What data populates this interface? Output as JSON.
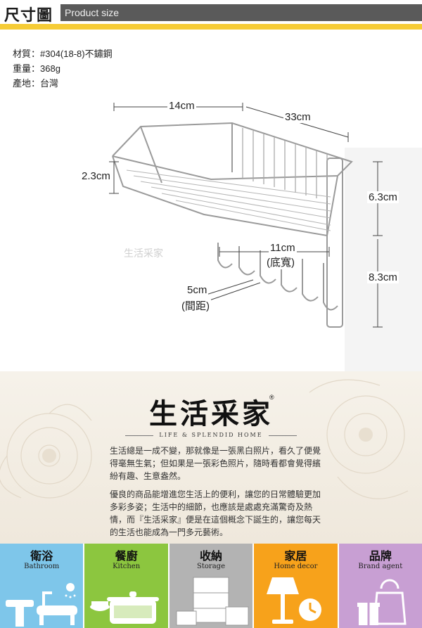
{
  "header": {
    "title": "尺寸圖",
    "subtitle": "Product size",
    "accent_color": "#f6cc36",
    "bar_color": "#5a5a5a"
  },
  "specs": {
    "material": "材質：#304(18-8)不鏽鋼",
    "weight": "重量：368g",
    "origin": "產地：台灣"
  },
  "diagram": {
    "dim_width": "14cm",
    "dim_length": "33cm",
    "dim_depth": "2.3cm",
    "dim_upper": "6.3cm",
    "dim_lower": "8.3cm",
    "dim_base": "11cm",
    "dim_base_note": "(底寬)",
    "dim_spacing": "5cm",
    "dim_spacing_note": "(間距)",
    "watermark": "生活采家"
  },
  "brand": {
    "logo": "生活采家",
    "reg": "®",
    "tagline": "LIFE & SPLENDID HOME",
    "paragraph1": "生活總是一成不變，那就像是一張黑白照片，看久了便覺得毫無生氣；但如果是一張彩色照片，隨時看都會覺得繽紛有趣、生意盎然。",
    "paragraph2": "優良的商品能增進您生活上的便利，讓您的日常體驗更加多彩多姿；生活中的細節，也應該是處處充滿驚奇及熱情，而『生活采家』便是在這個概念下誕生的，讓您每天的生活也能成為一門多元藝術。"
  },
  "categories": [
    {
      "title": "衛浴",
      "subtitle": "Bathroom",
      "color": "#7ec6ea",
      "icon": "bathroom-icon"
    },
    {
      "title": "餐廚",
      "subtitle": "Kitchen",
      "color": "#8cc63f",
      "icon": "kitchen-icon"
    },
    {
      "title": "收納",
      "subtitle": "Storage",
      "color": "#b3b3b3",
      "icon": "storage-icon"
    },
    {
      "title": "家居",
      "subtitle": "Home decor",
      "color": "#f7a21b",
      "icon": "home-decor-icon"
    },
    {
      "title": "品牌",
      "subtitle": "Brand agent",
      "color": "#c89fd3",
      "icon": "brand-bag-icon"
    }
  ]
}
